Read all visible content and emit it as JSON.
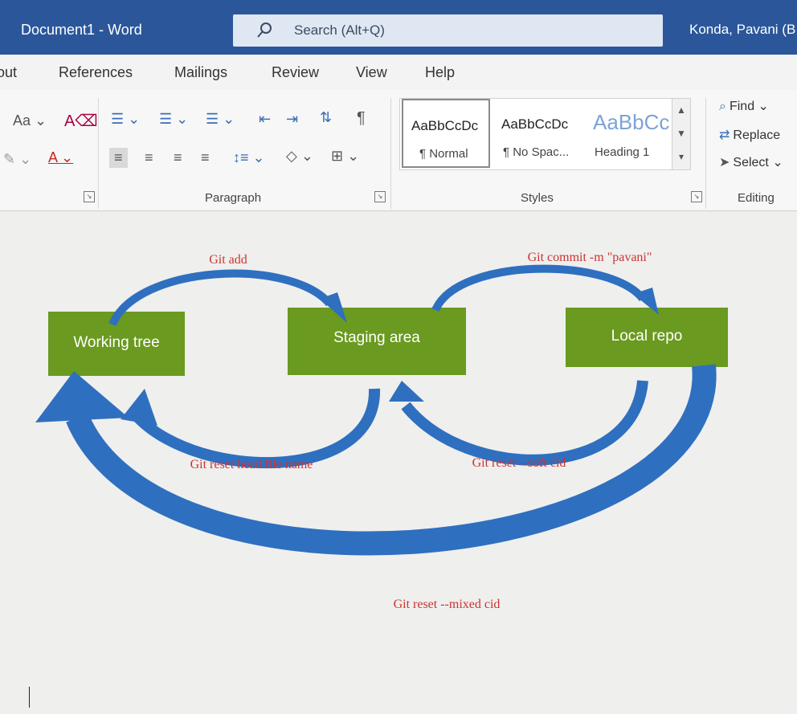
{
  "window": {
    "title": "Document1  -  Word",
    "search_placeholder": "Search (Alt+Q)",
    "user": "Konda, Pavani (B"
  },
  "menu": {
    "tabs": [
      "out",
      "References",
      "Mailings",
      "Review",
      "View",
      "Help"
    ]
  },
  "ribbon": {
    "font": {
      "change_case": "Aa"
    },
    "paragraph_label": "Paragraph",
    "styles": {
      "label": "Styles",
      "items": [
        {
          "preview": "AaBbCcDc",
          "name": "¶ Normal"
        },
        {
          "preview": "AaBbCcDc",
          "name": "¶ No Spac..."
        },
        {
          "preview": "AaBbCc",
          "name": "Heading 1"
        }
      ]
    },
    "editing": {
      "label": "Editing",
      "find": "Find",
      "replace": "Replace",
      "select": "Select"
    }
  },
  "diagram": {
    "boxes": {
      "working_tree": "Working tree",
      "staging_area": "Staging area",
      "local_repo": "Local repo"
    },
    "labels": {
      "git_add": "Git add",
      "git_commit": "Git commit -m \"pavani\"",
      "reset_head": "Git reset head file name",
      "reset_soft": "Git reset --soft cid",
      "reset_mixed": "Git reset --mixed cid"
    },
    "colors": {
      "box_fill": "#6a9a1f",
      "arrow_fill": "#2f6fbf",
      "label_red": "#cc3333"
    }
  }
}
